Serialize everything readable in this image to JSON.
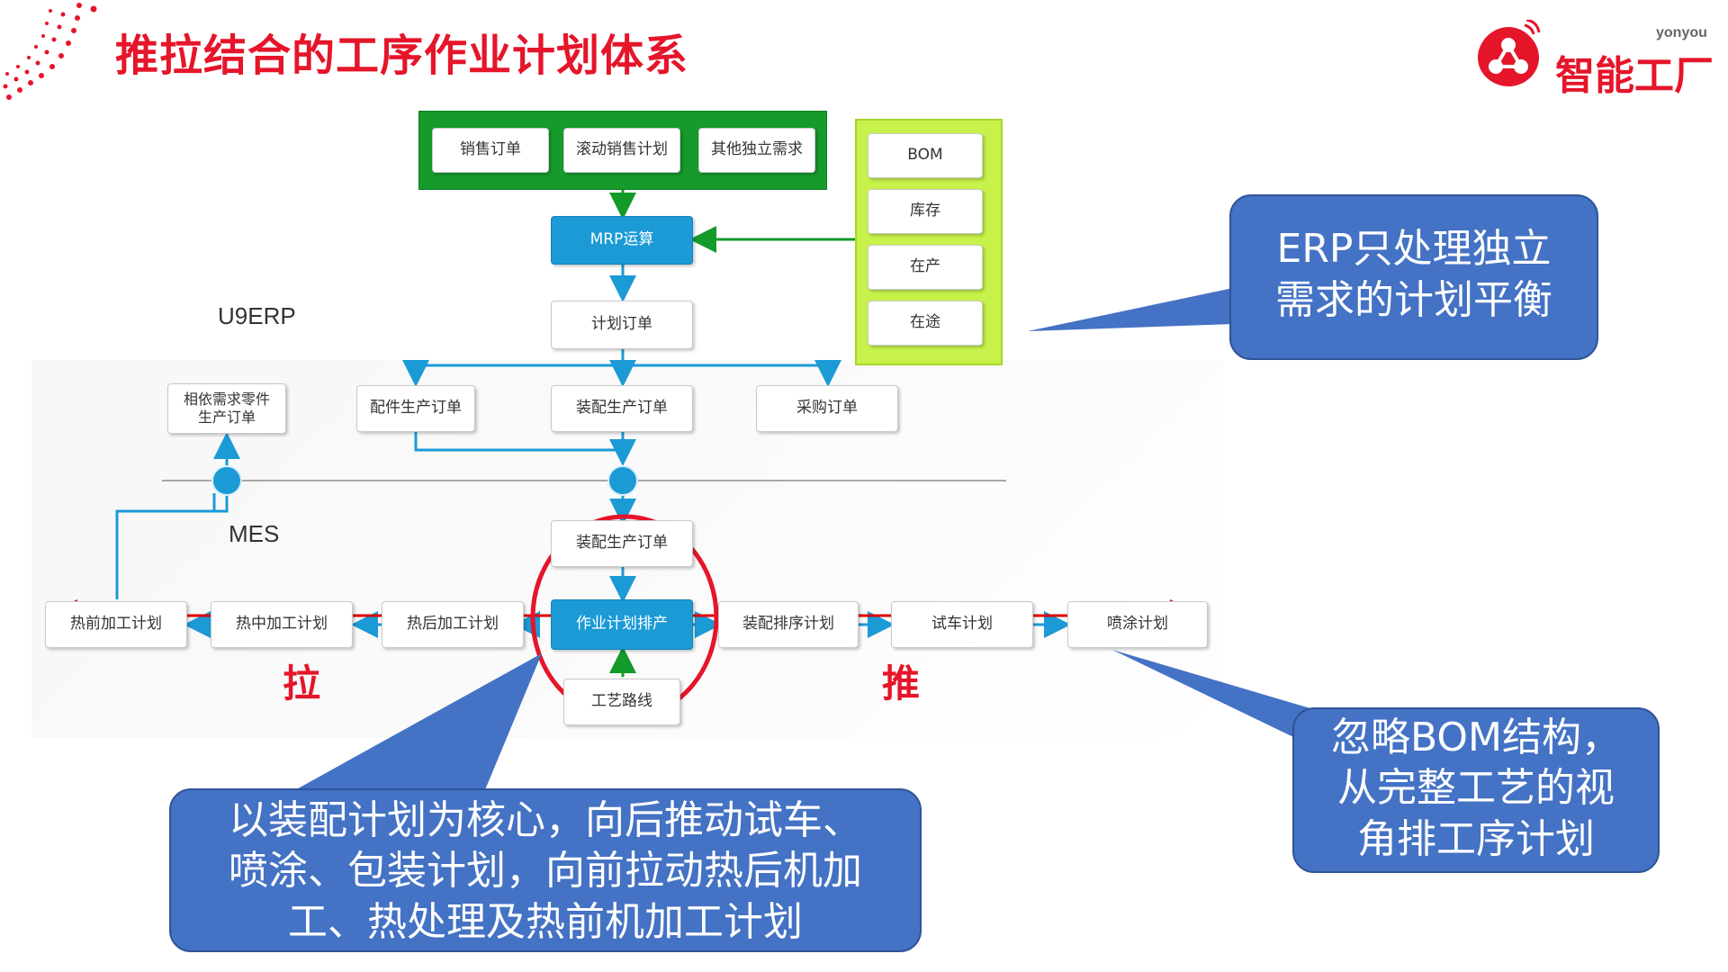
{
  "header": {
    "title": "推拉结合的工序作业计划体系",
    "brand_small": "yonyou",
    "brand_name": "智能工厂"
  },
  "erp": {
    "label": "U9ERP",
    "demand_sources": [
      "销售订单",
      "滚动销售计划",
      "其他独立需求"
    ],
    "mrp": "MRP运算",
    "resources": [
      "BOM",
      "库存",
      "在产",
      "在途"
    ],
    "plan_order": "计划订单",
    "orders": [
      "配件生产订单",
      "装配生产订单",
      "采购订单"
    ],
    "dependent_order": "相依需求零件\n生产订单"
  },
  "mes": {
    "label": "MES",
    "assembly_order": "装配生产订单",
    "scheduling": "作业计划排产",
    "routing": "工艺路线",
    "pull_plans": [
      "热前加工计划",
      "热中加工计划",
      "热后加工计划"
    ],
    "push_plans": [
      "装配排序计划",
      "试车计划",
      "喷涂计划"
    ],
    "pull_label": "拉",
    "push_label": "推"
  },
  "callouts": {
    "erp_note": "ERP只处理独立\n需求的计划平衡",
    "core_note": "以装配计划为核心，向后推动试车、\n喷涂、包装计划，向前拉动热后机加\n工、热处理及热前机加工计划",
    "bom_note": "忽略BOM结构，\n从完整工艺的视\n角排工序计划"
  },
  "colors": {
    "title_red": "#e5152a",
    "process_blue": "#1b9ad6",
    "demand_green": "#159a2b",
    "resource_lime": "#c6f24a",
    "callout_blue": "#4472c4",
    "arrow_red": "#e00000"
  }
}
